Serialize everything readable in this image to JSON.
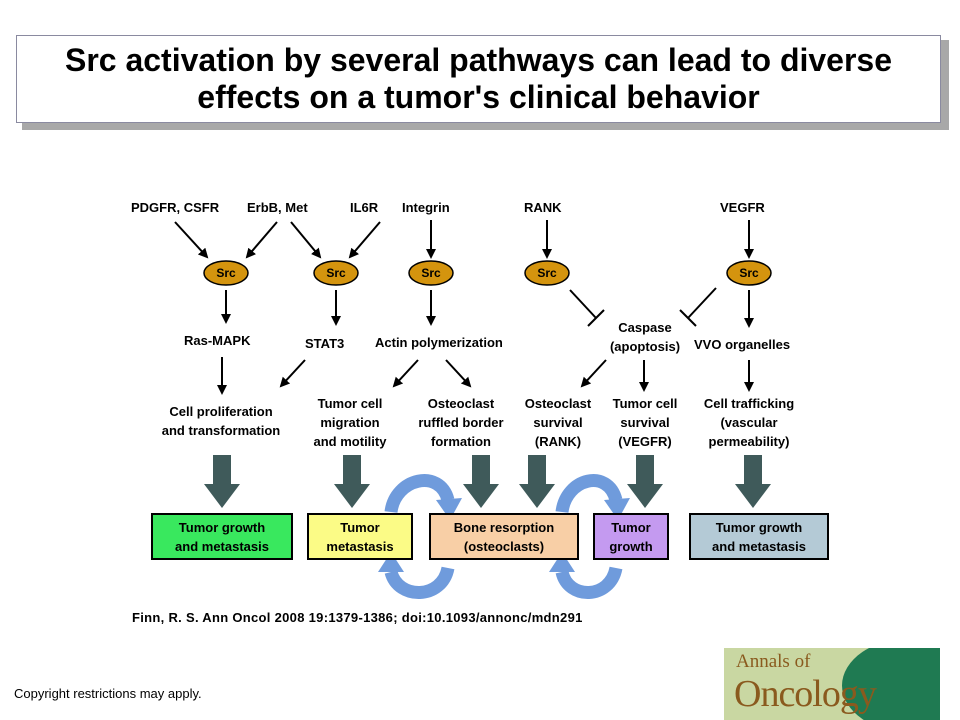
{
  "title": "Src activation by several pathways can lead to diverse effects on a tumor's clinical behavior",
  "colors": {
    "src_fill": "#d4940e",
    "big_arrow": "#3f5a5a",
    "cycle_arrow": "#6f9bdc",
    "box_green": "#39e85e",
    "box_yellow": "#fbfb86",
    "box_peach": "#f8cfa6",
    "box_purple": "#c49af0",
    "box_gray": "#b4cad6"
  },
  "diagram": {
    "receptors": [
      "PDGFR, CSFR",
      "ErbB, Met",
      "IL6R",
      "Integrin",
      "RANK",
      "VEGFR"
    ],
    "src_label": "Src",
    "mediators": {
      "ras_mapk": "Ras-MAPK",
      "stat3": "STAT3",
      "actin": "Actin polymerization",
      "caspase_line1": "Caspase",
      "caspase_line2": "(apoptosis)",
      "vvo": "VVO organelles"
    },
    "effects": {
      "prolif_1": "Cell proliferation",
      "prolif_2": "and transformation",
      "migration_1": "Tumor cell",
      "migration_2": "migration",
      "migration_3": "and motility",
      "ruffled_1": "Osteoclast",
      "ruffled_2": "ruffled border",
      "ruffled_3": "formation",
      "osteo_surv_1": "Osteoclast",
      "osteo_surv_2": "survival",
      "osteo_surv_3": "(RANK)",
      "tumor_surv_1": "Tumor cell",
      "tumor_surv_2": "survival",
      "tumor_surv_3": "(VEGFR)",
      "traffic_1": "Cell trafficking",
      "traffic_2": "(vascular",
      "traffic_3": "permeability)"
    },
    "outcomes": {
      "growth_meta_1": "Tumor growth",
      "growth_meta_2": "and metastasis",
      "meta_1": "Tumor",
      "meta_2": "metastasis",
      "bone_1": "Bone resorption",
      "bone_2": "(osteoclasts)",
      "growth_1": "Tumor",
      "growth_2": "growth",
      "growth_meta2_1": "Tumor growth",
      "growth_meta2_2": "and metastasis"
    }
  },
  "citation": "Finn, R. S. Ann Oncol 2008 19:1379-1386;  doi:10.1093/annonc/mdn291",
  "copyright": "Copyright restrictions may apply.",
  "logo": {
    "line1": "Annals of",
    "line2": "Oncology"
  }
}
